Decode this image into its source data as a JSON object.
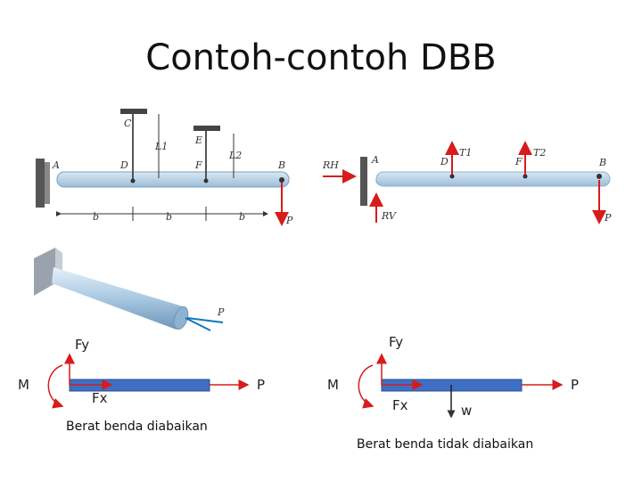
{
  "title": "Contoh-contoh DBB",
  "diagram_top_left": {
    "labels": {
      "C": "C",
      "L1": "L1",
      "E": "E",
      "L2": "L2",
      "A": "A",
      "D": "D",
      "F": "F",
      "B": "B",
      "P": "P",
      "b1": "b",
      "b2": "b",
      "b3": "b"
    }
  },
  "diagram_top_right": {
    "labels": {
      "RH": "RH",
      "RV": "RV",
      "A": "A",
      "D": "D",
      "T1": "T1",
      "F": "F",
      "T2": "T2",
      "B": "B",
      "P": "P"
    }
  },
  "diagram_cantilever": {
    "labels": {
      "P": "P"
    }
  },
  "fbd_left": {
    "Fy": "Fy",
    "M": "M",
    "Fx": "Fx",
    "P": "P",
    "caption": "Berat benda diabaikan"
  },
  "fbd_right": {
    "Fy": "Fy",
    "M": "M",
    "Fx": "Fx",
    "W": "w",
    "P": "P",
    "caption": "Berat benda tidak diabaikan"
  },
  "colors": {
    "beam": "#3e6fc4",
    "arrow": "#d81b1b",
    "beam_light": "#b8d3e8"
  }
}
